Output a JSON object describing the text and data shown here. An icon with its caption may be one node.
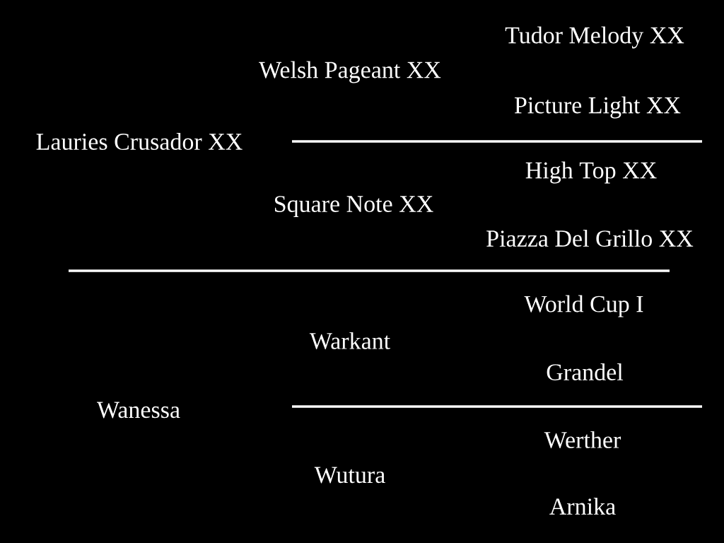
{
  "diagram": {
    "nodes": [
      {
        "text": [
          "Lauries Crusador XX"
        ]
      },
      {
        "text": [
          "Welsh Pageant XX"
        ]
      },
      {
        "text": [
          "Tudor Melody XX"
        ]
      },
      {
        "text": [
          "Picture Light XX"
        ]
      },
      {
        "text": [
          "Square Note XX"
        ]
      },
      {
        "text": [
          "High Top XX"
        ]
      },
      {
        "text": [
          "Piazza Del Grillo XX"
        ]
      },
      {
        "text": [
          "Wanessa"
        ]
      },
      {
        "text": [
          "Warkant"
        ]
      },
      {
        "text": [
          "World Cup I"
        ]
      },
      {
        "text": [
          "Grandel"
        ]
      },
      {
        "text": [
          "Wutura"
        ]
      },
      {
        "text": [
          "Werther"
        ]
      },
      {
        "text": [
          "Arnika"
        ]
      }
    ]
  }
}
